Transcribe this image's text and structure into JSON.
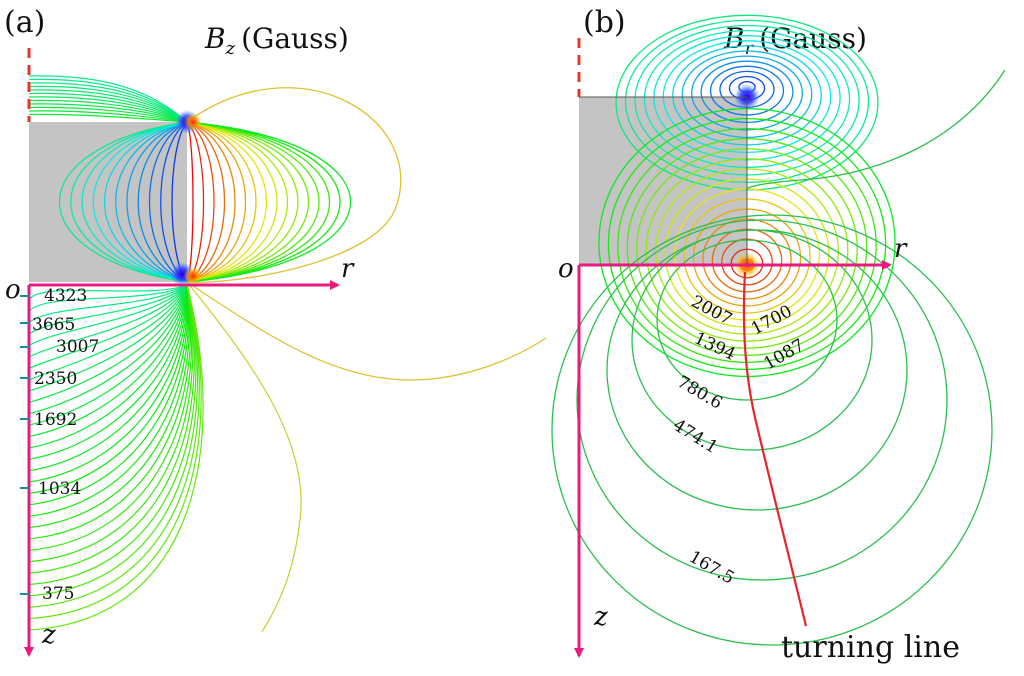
{
  "panel_a": {
    "label": "(a)",
    "title_symbol": "B",
    "title_sub": "z",
    "title_unit": "(Gauss)",
    "axis_r": "r",
    "axis_z": "z",
    "origin": "o",
    "contour_labels": [
      "4323",
      "3665",
      "3007",
      "2350",
      "1692",
      "1034",
      "375"
    ]
  },
  "panel_b": {
    "label": "(b)",
    "title_symbol": "B",
    "title_sub": "r",
    "title_unit": "(Gauss)",
    "axis_r": "r",
    "axis_z": "z",
    "origin": "o",
    "contour_labels": [
      "2007",
      "1700",
      "1394",
      "1087",
      "780.6",
      "474.1",
      "167.5"
    ],
    "annotation": "turning line"
  },
  "colors": {
    "axis": "#e8197f",
    "dashed_axis": "#e8352b",
    "magnet_fill": "#c4c4c4",
    "turning_line": "#e8242a",
    "contour_green": "#2cbf4e"
  }
}
